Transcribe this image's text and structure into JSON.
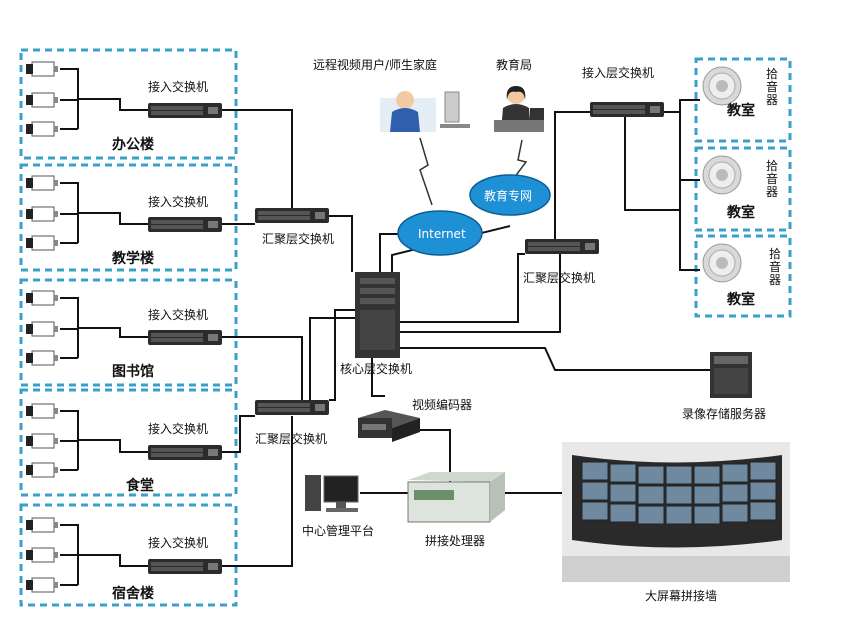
{
  "buildings": [
    "办公楼",
    "教学楼",
    "图书馆",
    "食堂",
    "宿舍楼"
  ],
  "access_switch_label": "接入交换机",
  "aggregation_switch_label_top": "汇聚层交换机",
  "aggregation_switch_label_bottom": "汇聚层交换机",
  "aggregation_switch_label_right": "汇聚层交换机",
  "core_switch_label": "核心层交换机",
  "remote_users_label": "远程视频用户/师生家庭",
  "education_bureau_label": "教育局",
  "internet_label": "Internet",
  "edu_network_label": "教育专网",
  "right_access_switch_label": "接入层交换机",
  "classroom_label": "教室",
  "pickup_label": "拾音器",
  "video_encoder_label": "视频编码器",
  "storage_server_label": "录像存储服务器",
  "management_platform_label": "中心管理平台",
  "splicing_processor_label": "拼接处理器",
  "video_wall_label": "大屏幕拼接墙",
  "colors": {
    "dashed_border": "#3aa0c8",
    "cloud_fill": "#1e90d6",
    "line": "#111111"
  }
}
